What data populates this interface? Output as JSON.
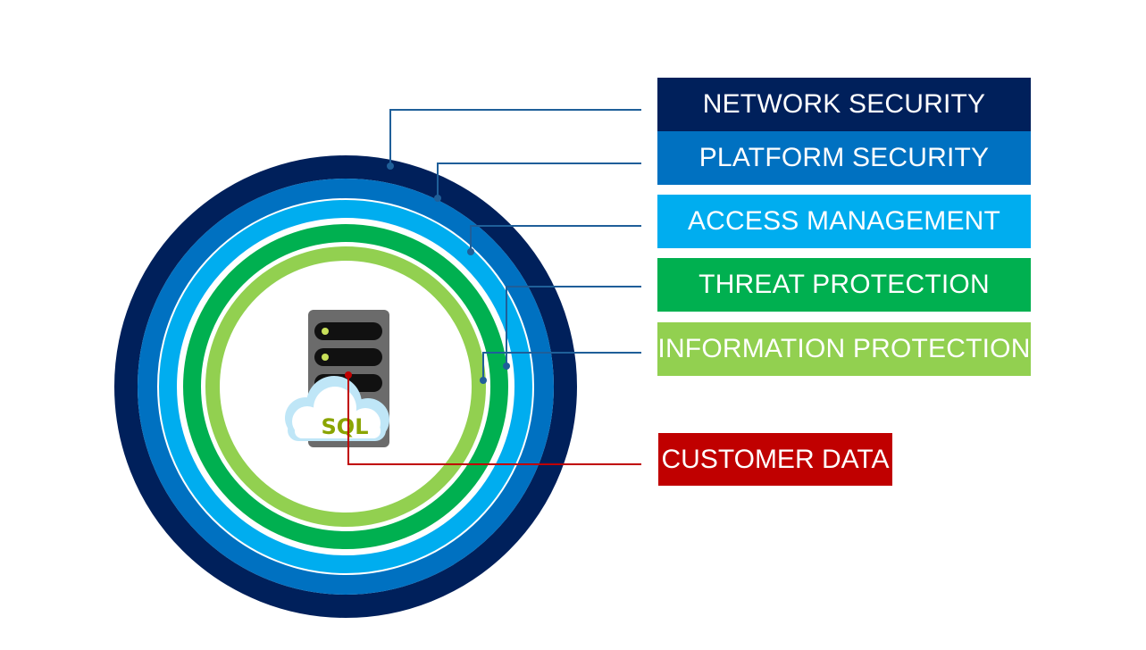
{
  "layers": [
    {
      "id": "network",
      "label": "NETWORK SECURITY",
      "color": "#00205b"
    },
    {
      "id": "platform",
      "label": "PLATFORM SECURITY",
      "color": "#0071c1"
    },
    {
      "id": "access",
      "label": "ACCESS MANAGEMENT",
      "color": "#00adef"
    },
    {
      "id": "threat",
      "label": "THREAT PROTECTION",
      "color": "#00b050"
    },
    {
      "id": "information",
      "label": "INFORMATION PROTECTION",
      "color": "#92d050"
    }
  ],
  "customer": {
    "label": "CUSTOMER DATA",
    "color": "#c00000"
  },
  "center": {
    "icon": "sql-server-cloud-icon",
    "text": "SQL"
  },
  "colors": {
    "connector": "#1f5f99",
    "customer_connector": "#c00000",
    "server_body": "#6b6b6b",
    "server_slot": "#111111",
    "server_led": "#c8e05a",
    "cloud": "#bfe6f7",
    "sql_text": "#8aa400"
  }
}
